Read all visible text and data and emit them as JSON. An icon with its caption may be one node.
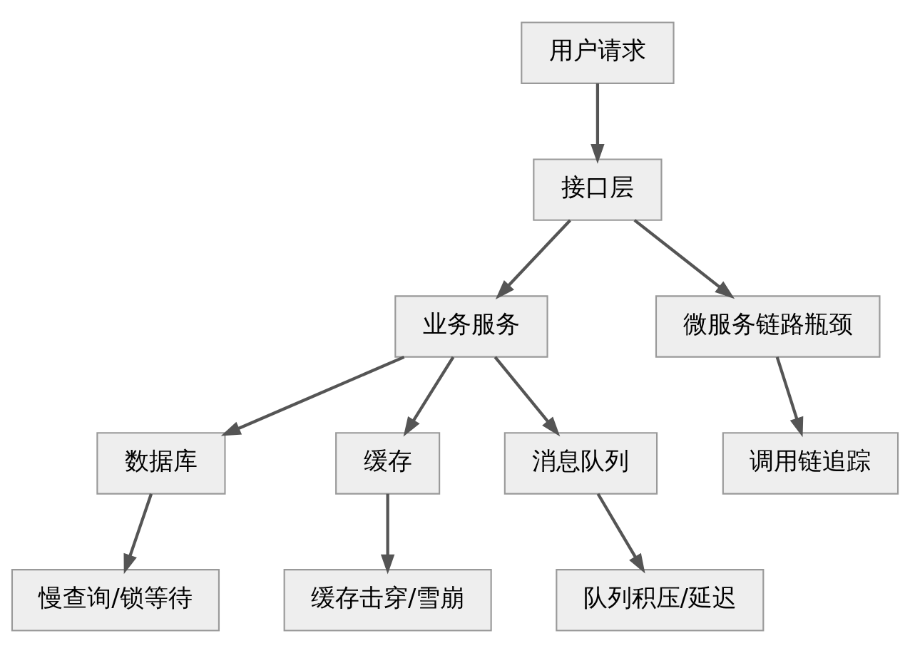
{
  "diagram": {
    "nodes": [
      {
        "text": [
          "用户请求"
        ]
      },
      {
        "text": [
          "接口层"
        ]
      },
      {
        "text": [
          "业务服务"
        ]
      },
      {
        "text": [
          "微服务链路瓶颈"
        ]
      },
      {
        "text": [
          "数据库"
        ]
      },
      {
        "text": [
          "缓存"
        ]
      },
      {
        "text": [
          "消息队列"
        ]
      },
      {
        "text": [
          "调用链追踪"
        ]
      },
      {
        "text": [
          "慢查询/锁等待"
        ]
      },
      {
        "text": [
          "缓存击穿/雪崩"
        ]
      },
      {
        "text": [
          "队列积压/延迟"
        ]
      }
    ],
    "edges": [
      {
        "from": 0,
        "to": 1,
        "arrow": "to"
      },
      {
        "from": 1,
        "to": 2,
        "arrow": "to"
      },
      {
        "from": 1,
        "to": 3,
        "arrow": "to"
      },
      {
        "from": 2,
        "to": 4,
        "arrow": "to"
      },
      {
        "from": 2,
        "to": 5,
        "arrow": "to"
      },
      {
        "from": 2,
        "to": 6,
        "arrow": "to"
      },
      {
        "from": 3,
        "to": 7,
        "arrow": "to"
      },
      {
        "from": 4,
        "to": 8,
        "arrow": "to"
      },
      {
        "from": 5,
        "to": 9,
        "arrow": "to"
      },
      {
        "from": 6,
        "to": 10,
        "arrow": "to"
      }
    ]
  }
}
